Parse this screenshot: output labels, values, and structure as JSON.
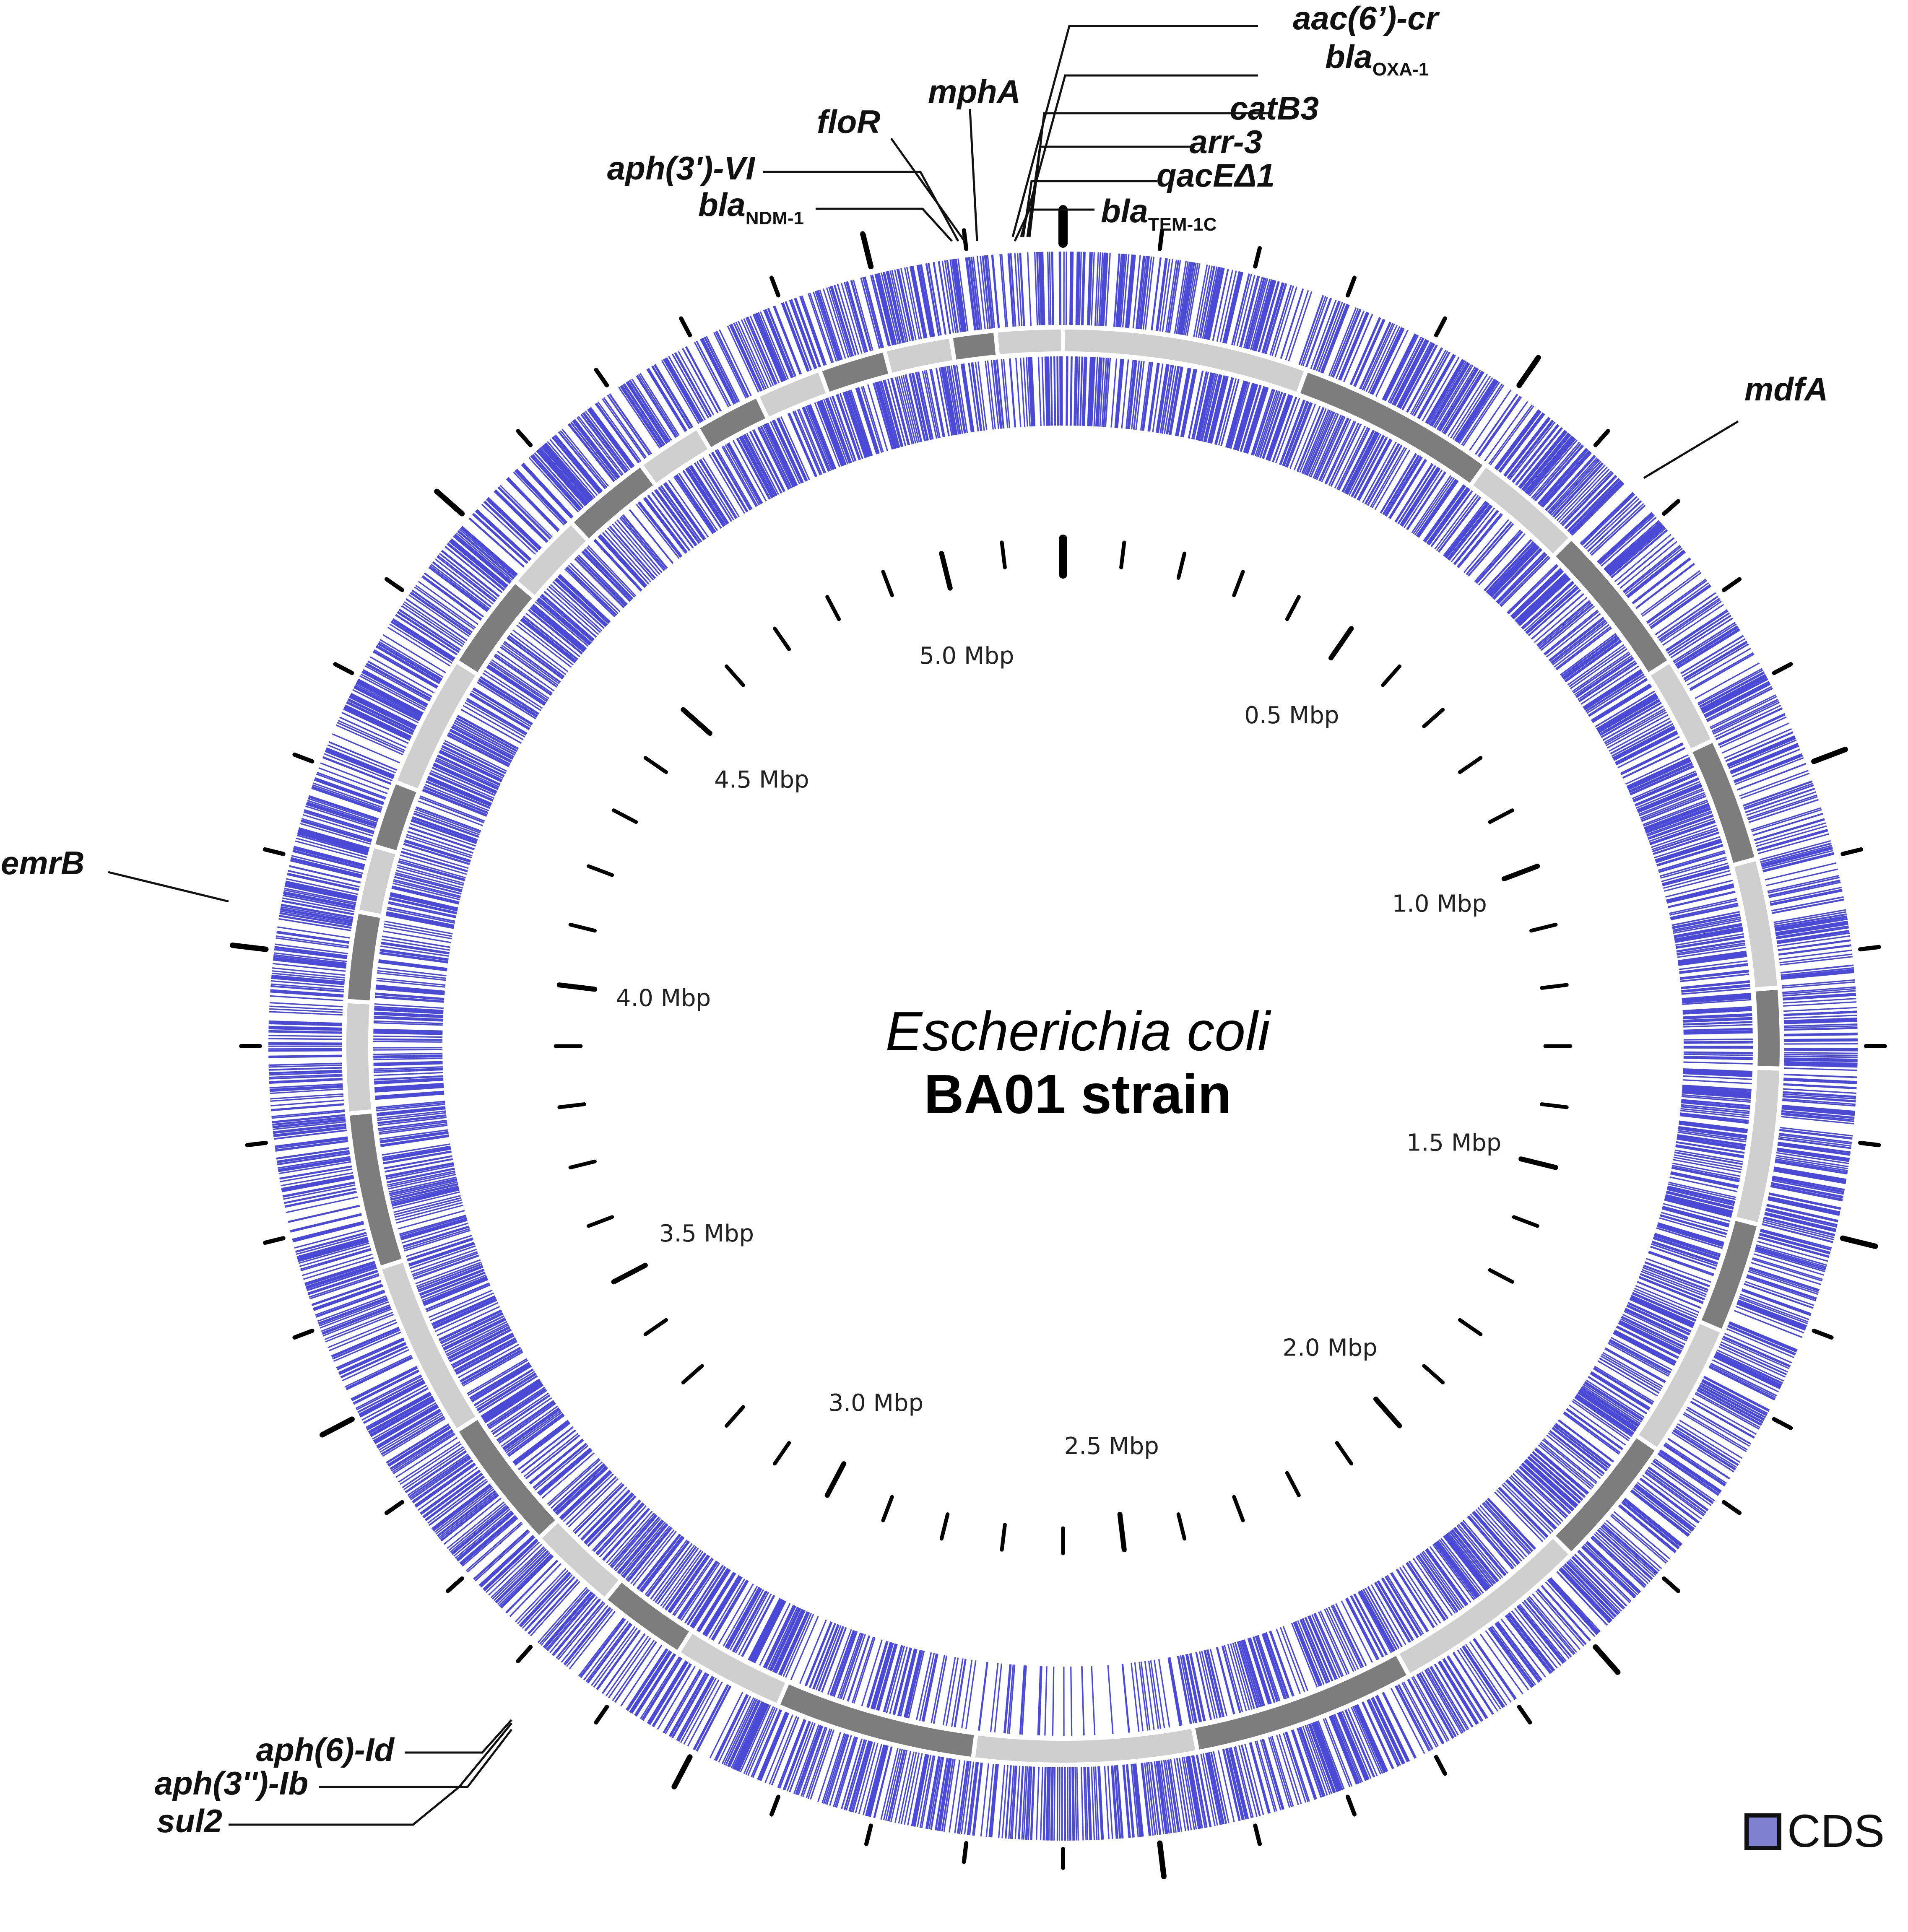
{
  "title": {
    "species": "Escherichia coli",
    "strain": "BA01 strain"
  },
  "legend": {
    "cds_label": "CDS",
    "cds_color": "#8080d0"
  },
  "colors": {
    "cds": "#2a2ad0",
    "contig_dark": "#7d7d7d",
    "contig_light": "#cfcfcf",
    "tick": "#000000"
  },
  "scale_labels": [
    "0.5 Mbp",
    "1.0 Mbp",
    "1.5 Mbp",
    "2.0 Mbp",
    "2.5 Mbp",
    "3.0 Mbp",
    "3.5 Mbp",
    "4.0 Mbp",
    "4.5 Mbp",
    "5.0 Mbp"
  ],
  "scale_values_mbp": [
    0.5,
    1.0,
    1.5,
    2.0,
    2.5,
    3.0,
    3.5,
    4.0,
    4.5,
    5.0
  ],
  "genes": [
    {
      "id": "aac6cr",
      "label": "aac(6’)-cr",
      "sub": ""
    },
    {
      "id": "blaoxa1",
      "label": "bla",
      "sub": "OXA-1"
    },
    {
      "id": "catb3",
      "label": "catB3",
      "sub": ""
    },
    {
      "id": "arr3",
      "label": "arr-3",
      "sub": ""
    },
    {
      "id": "qacedelta1",
      "label": "qacEΔ1",
      "sub": ""
    },
    {
      "id": "blatem1c",
      "label": "bla",
      "sub": "TEM-1C"
    },
    {
      "id": "mpha",
      "label": "mphA",
      "sub": ""
    },
    {
      "id": "flor",
      "label": "floR",
      "sub": ""
    },
    {
      "id": "aph3vi",
      "label": "aph(3')-VI",
      "sub": ""
    },
    {
      "id": "blandm1",
      "label": "bla",
      "sub": "NDM-1"
    },
    {
      "id": "mdfa",
      "label": "mdfA",
      "sub": ""
    },
    {
      "id": "emrb",
      "label": "emrB",
      "sub": ""
    },
    {
      "id": "aph6id",
      "label": "aph(6)-Id",
      "sub": ""
    },
    {
      "id": "aph3ib",
      "label": "aph(3'')-Ib",
      "sub": ""
    },
    {
      "id": "sul2",
      "label": "sul2",
      "sub": ""
    }
  ]
}
